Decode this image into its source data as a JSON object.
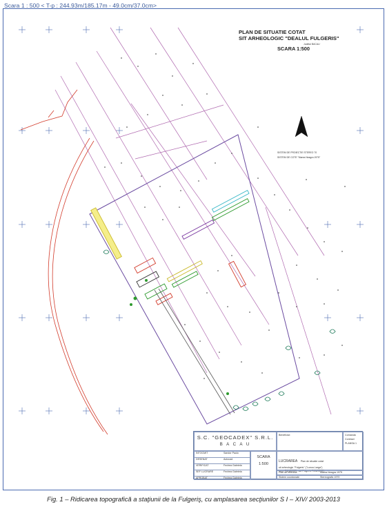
{
  "header": {
    "scale_text": "Scara 1 : 500 < T-p : 244.93m/185.17m - 49.0cm/37.0cm>"
  },
  "map": {
    "title_line1": "PLAN DE SITUATIE COTAT",
    "title_line2": "SIT ARHEOLOGIC \"DEALUL FULGERIS\"",
    "location_label": "Judetul BACAU",
    "scara_label": "SCARA 1:500",
    "projection_note": "SISTEM DE PROIECTIE STEREO 70",
    "elevation_note": "SISTEM DE COTE \"Marea Neagra 1975\"",
    "colors": {
      "frame": "#4a6ab0",
      "grid_line": "#b06ab0",
      "boundary": "#6a4aa0",
      "road": "#d23a2a",
      "yellow": "#e8dc2c",
      "green": "#2e9a2e",
      "cyan": "#3ab8c8"
    }
  },
  "title_block": {
    "company": "S.C. \"GEOCADEX\" S.R.L.",
    "city": "B A C A U",
    "roles": [
      {
        "role": "INTOCMIT",
        "name": "Sandor Paulo"
      },
      {
        "role": "DESENAT",
        "name": "Autocad"
      },
      {
        "role": "VERIFICAT",
        "name": "Fechea Gabriela"
      },
      {
        "role": "SEF LUCRARE",
        "name": "Fechea Gabriela"
      },
      {
        "role": "APROBAT",
        "name": "Fechea Gabriela"
      }
    ],
    "scara_label": "SCARA",
    "scara_value": "1:500",
    "beneficiar_label": "Beneficiar:",
    "lucrare_label": "LUCRAREA",
    "lucrare_text": "Plan de situatie cotat",
    "lucrare_sub1": "sit arheologic \"Fulgeris\" (\"Lunca Larga\")",
    "lucrare_sub2": "com. PANCESTI, sat Fulgeris PANCESTI",
    "plan_ref": "Plan de referinta",
    "plan_ref_value": "Marea Neagra 1975",
    "sistem": "Sistem coordonate",
    "sistem_value": "Stereografic 1970",
    "cod_label": "Comanda",
    "contract": "Contract",
    "plansa": "PLANSA 1"
  },
  "caption": "Fig. 1 – Ridicarea topografică a staţiunii de la Fulgeriş, cu amplasarea secţiunilor S I – XIV/ 2003-2013"
}
